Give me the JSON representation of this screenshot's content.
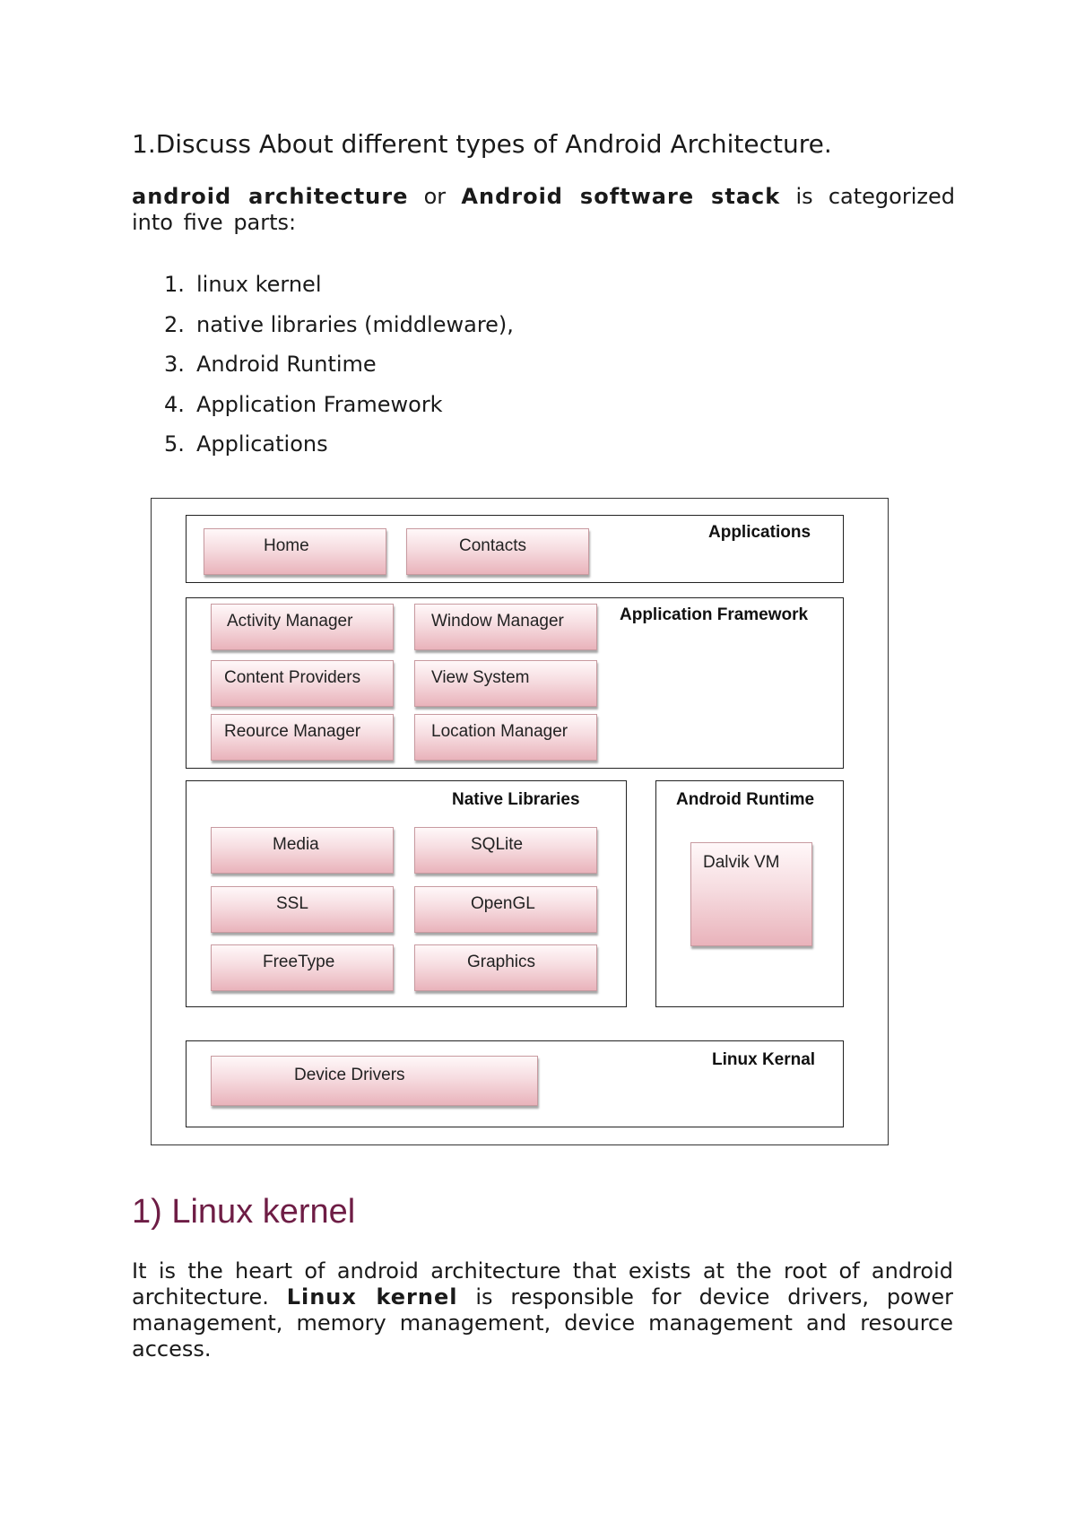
{
  "question": "1.Discuss About different types of  Android Architecture.",
  "intro": {
    "bold1": "android architecture",
    "text1": "or",
    "bold2": "Android software stack",
    "text2": "is categorized into five parts:"
  },
  "parts": [
    {
      "num": "1.",
      "label": "linux kernel"
    },
    {
      "num": "2.",
      "label": "native libraries (middleware),"
    },
    {
      "num": "3.",
      "label": "Android Runtime"
    },
    {
      "num": "4.",
      "label": "Application Framework"
    },
    {
      "num": "5.",
      "label": "Applications"
    }
  ],
  "diagram": {
    "applications": {
      "title": "Applications",
      "items": [
        "Home",
        "Contacts"
      ]
    },
    "framework": {
      "title": "Application Framework",
      "items": [
        "Activity Manager",
        "Window Manager",
        "Content Providers",
        "View System",
        "Reource Manager",
        "Location Manager"
      ]
    },
    "native": {
      "title": "Native Libraries",
      "items": [
        "Media",
        "SQLite",
        "SSL",
        "OpenGL",
        "FreeType",
        "Graphics"
      ]
    },
    "runtime": {
      "title": "Android Runtime",
      "items": [
        "Dalvik VM"
      ]
    },
    "kernel": {
      "title": "Linux Kernal",
      "items": [
        "Device Drivers"
      ]
    }
  },
  "section": {
    "heading": "1) Linux kernel",
    "text1": "It is the heart of android architecture that exists at the root of android architecture.",
    "bold": "Linux kernel",
    "text2": "is responsible for device drivers, power management, memory management, device management and resource access."
  }
}
